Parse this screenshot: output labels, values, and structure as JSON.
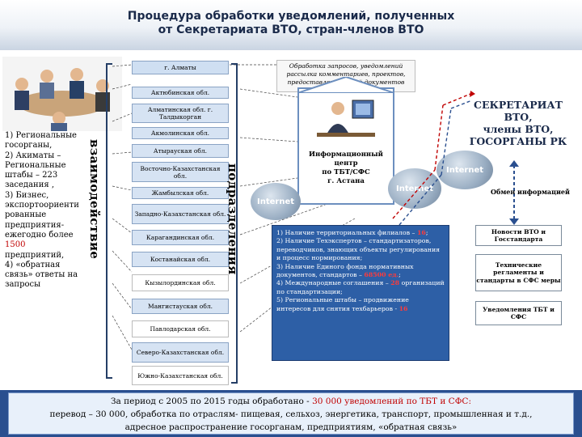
{
  "title": {
    "line1": "Процедура обработки уведомлений, полученных",
    "line2": "от Секретариата ВТО, стран-членов ВТО"
  },
  "left_text": {
    "lines": [
      "1) Региональные",
      "госорганы,",
      "2) Акиматы –",
      "Региональные",
      "штабы – 223",
      "заседания ,",
      "3) Бизнес,",
      "экспортоориенти",
      "рованные",
      "предприятия-",
      "ежегодно более",
      "1500",
      "предприятий,",
      "4) «обратная",
      "связь» ответы на",
      "запросы"
    ]
  },
  "vertical_labels": {
    "left": "взаимодействие",
    "right": "подразделения"
  },
  "regions": [
    "г. Алматы",
    "Актюбинская обл.",
    "Алматинская обл. г. Талдыкорган",
    "Акмолинская обл.",
    "Атырауская обл.",
    "Восточно-Казахстанская обл.",
    "Жамбылская обл.",
    "Западно-Казахстанская обл.",
    "Карагандинская обл.",
    "Костанайская обл.",
    "Кызылординская обл.",
    "Мангистауская обл.",
    "Павлодарская обл.",
    "Северо-Казахстанская обл.",
    "Южно-Казахстанская обл."
  ],
  "processing_note": "Обработка запросов, уведомлений рассылка комментариев, проектов, предоставление копий документов",
  "info_center": {
    "lines": [
      "Информационный",
      "центр",
      "по ТБТ/СФС",
      "г. Астана"
    ]
  },
  "internet_labels": [
    "Internet",
    "Internet",
    "Internet"
  ],
  "secretariat": {
    "lines": [
      "СЕКРЕТАРИАТ",
      "ВТО,",
      "члены ВТО,",
      "ГОСОРГАНЫ РК"
    ]
  },
  "exchange_label": "Обмен информацией",
  "right_boxes": [
    "Новости ВТО и Госстандарта",
    "Технические регламенты и стандарты в СФС меры",
    "Уведомления ТБТ и СФС"
  ],
  "facts": [
    {
      "text": "1) Наличие территориальных филиалов – ",
      "red": "16",
      "tail": ";"
    },
    {
      "text": "2) Наличие Техэкспертов – стандартизаторов, переводчиков, знающих объекты регулирования и процесс нормирования;",
      "red": "",
      "tail": ""
    },
    {
      "text": "3) Наличие Единого фонда нормативных документов, стандартов – ",
      "red": "68500 ед.",
      "tail": ";"
    },
    {
      "text": "4) Международные соглашения – ",
      "red": "28",
      "tail": " организаций по стандартизации;"
    },
    {
      "text": "5) Региональные штабы – продвижение интересов для снятия техбарьеров - ",
      "red": "16",
      "tail": ""
    }
  ],
  "bottom": {
    "line1_pre": "За период с 2005 по 2015 годы обработано - ",
    "line1_red": "30 000 уведомлений по ТБТ и СФС:",
    "line2": "перевод – 30 000, обработка по отраслям- пищевая, сельхоз, энергетика, транспорт, промышленная и т.д.,",
    "line3": "адресное распространение госорганам, предприятиям, «обратная связь»"
  },
  "colors": {
    "accent": "#2a4f8f",
    "region_fill": "#d6e3f3",
    "highlight": "#c00000",
    "facts_fill": "#2d5fa6"
  }
}
